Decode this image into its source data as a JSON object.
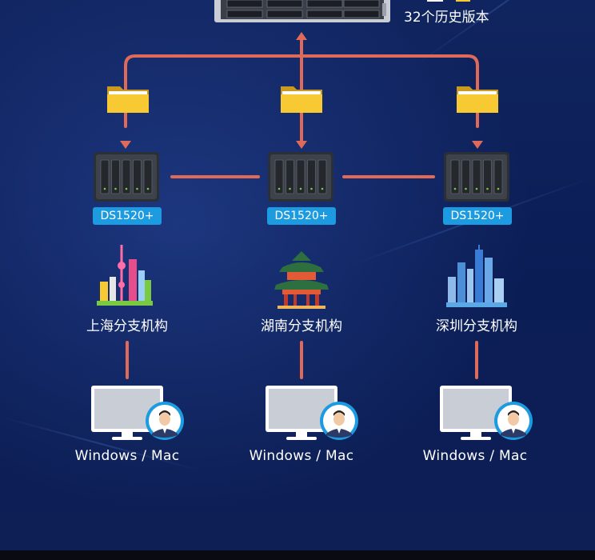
{
  "server": {
    "versions_label": "32个历史版本"
  },
  "sites": [
    {
      "nas_model": "DS1520+",
      "branch": "上海分支机构",
      "client_os": "Windows / Mac"
    },
    {
      "nas_model": "DS1520+",
      "branch": "湖南分支机构",
      "client_os": "Windows / Mac"
    },
    {
      "nas_model": "DS1520+",
      "branch": "深圳分支机构",
      "client_os": "Windows / Mac"
    }
  ],
  "colors": {
    "background": "#0c1f57",
    "connector": "#e06a5a",
    "nas_tag": "#1d9be0",
    "folder": "#f7c932"
  }
}
